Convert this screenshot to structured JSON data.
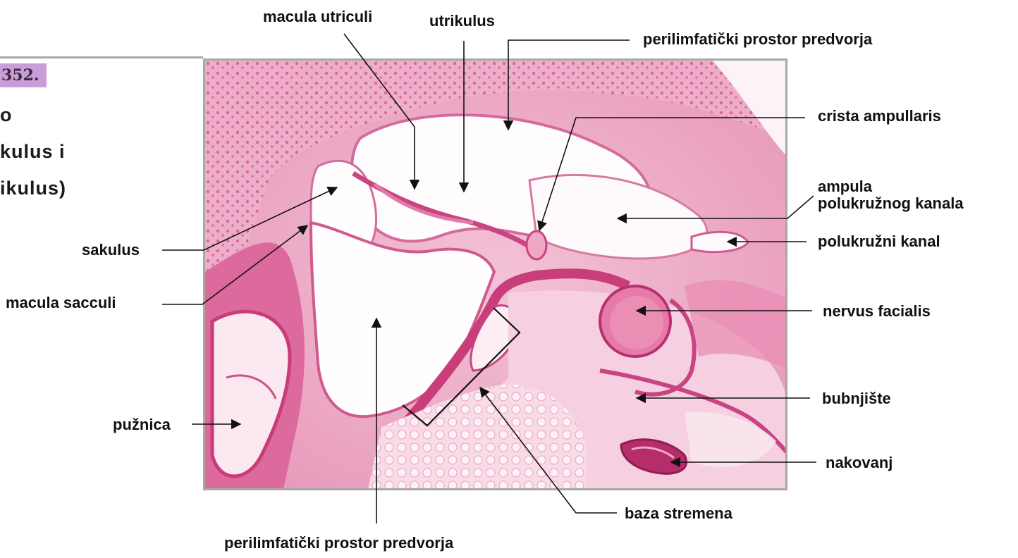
{
  "figure": {
    "number": "352.",
    "title_lines": [
      "o",
      "kulus i",
      "ikulus)"
    ]
  },
  "labels": {
    "macula_utriculi": "macula utriculi",
    "utrikulus": "utrikulus",
    "perilimfaticki_top": "perilimfatički prostor predvorja",
    "crista_ampullaris": "crista ampullaris",
    "ampula_line1": "ampula",
    "ampula_line2": "polukružnog kanala",
    "polukruzni_kanal": "polukružni kanal",
    "sakulus": "sakulus",
    "macula_sacculi": "macula sacculi",
    "nervus_facialis": "nervus facialis",
    "bubnjiste": "bubnjište",
    "puznica": "pužnica",
    "nakovanj": "nakovanj",
    "baza_stremena": "baza stremena",
    "perilimfaticki_bottom": "perilimfatički prostor predvorja"
  },
  "colors": {
    "tissue_light": "#f6d3e2",
    "tissue_mid": "#e98ab2",
    "tissue_dark": "#c83d7a",
    "frame": "#a8a8a8",
    "badge": "#c99ed6"
  }
}
